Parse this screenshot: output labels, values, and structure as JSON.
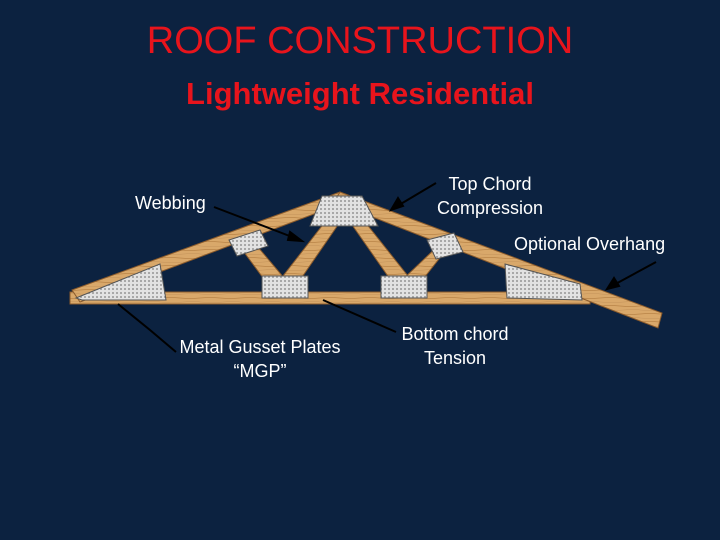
{
  "slide": {
    "title": "ROOF CONSTRUCTION",
    "subtitle": "Lightweight Residential"
  },
  "labels": {
    "webbing": "Webbing",
    "top_chord_line1": "Top Chord",
    "top_chord_line2": "Compression",
    "overhang": "Optional Overhang",
    "gusset_line1": "Metal Gusset Plates",
    "gusset_line2": "“MGP”",
    "bottom_chord_line1": "Bottom chord",
    "bottom_chord_line2": "Tension"
  },
  "colors": {
    "background": "#0c2240",
    "title": "#e8141c",
    "wood": "#d9a86a",
    "wood_edge": "#8a5a2b",
    "plate": "#d7d7d7"
  }
}
